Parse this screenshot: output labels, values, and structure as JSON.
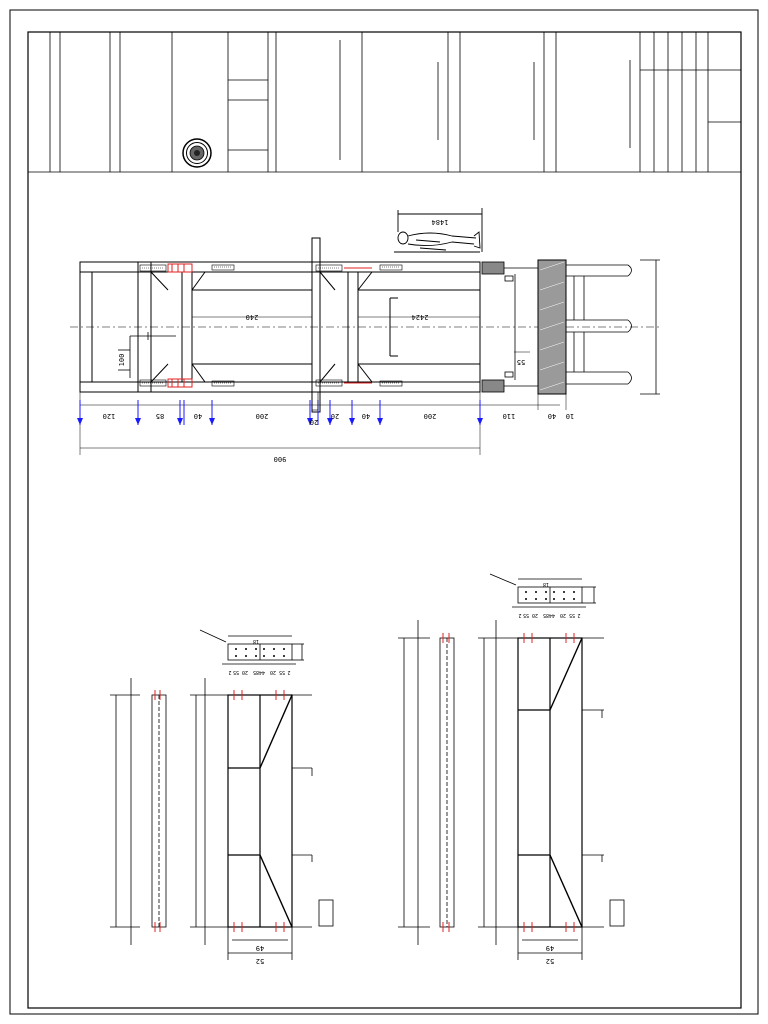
{
  "colors": {
    "line": "#000000",
    "dimension_blue": "#1a1aff",
    "bolt_red": "#e02020",
    "hatch": "#555555"
  },
  "title_block": {
    "seal": "seal-emblem"
  },
  "plan": {
    "person_dim": "1484",
    "inner_dims": {
      "d240": "240",
      "d2424": "2424",
      "d100": "100",
      "d55": "55"
    },
    "bottom_dims": [
      "120",
      "85",
      "40",
      "200",
      "20",
      "20",
      "40",
      "200",
      "110",
      "40",
      "10"
    ],
    "overall": "900"
  },
  "details": {
    "left_dims": {
      "d49": "49",
      "d52": "52"
    },
    "right_dims": {
      "d49": "49",
      "d52": "52"
    },
    "left_plate_top": "18",
    "right_plate_top": "18",
    "left_plate_dims": [
      "2",
      "55",
      "20",
      "4485",
      "20",
      "55",
      "2"
    ],
    "right_plate_dims": [
      "2",
      "55",
      "20",
      "4485",
      "20",
      "55",
      "2"
    ]
  }
}
